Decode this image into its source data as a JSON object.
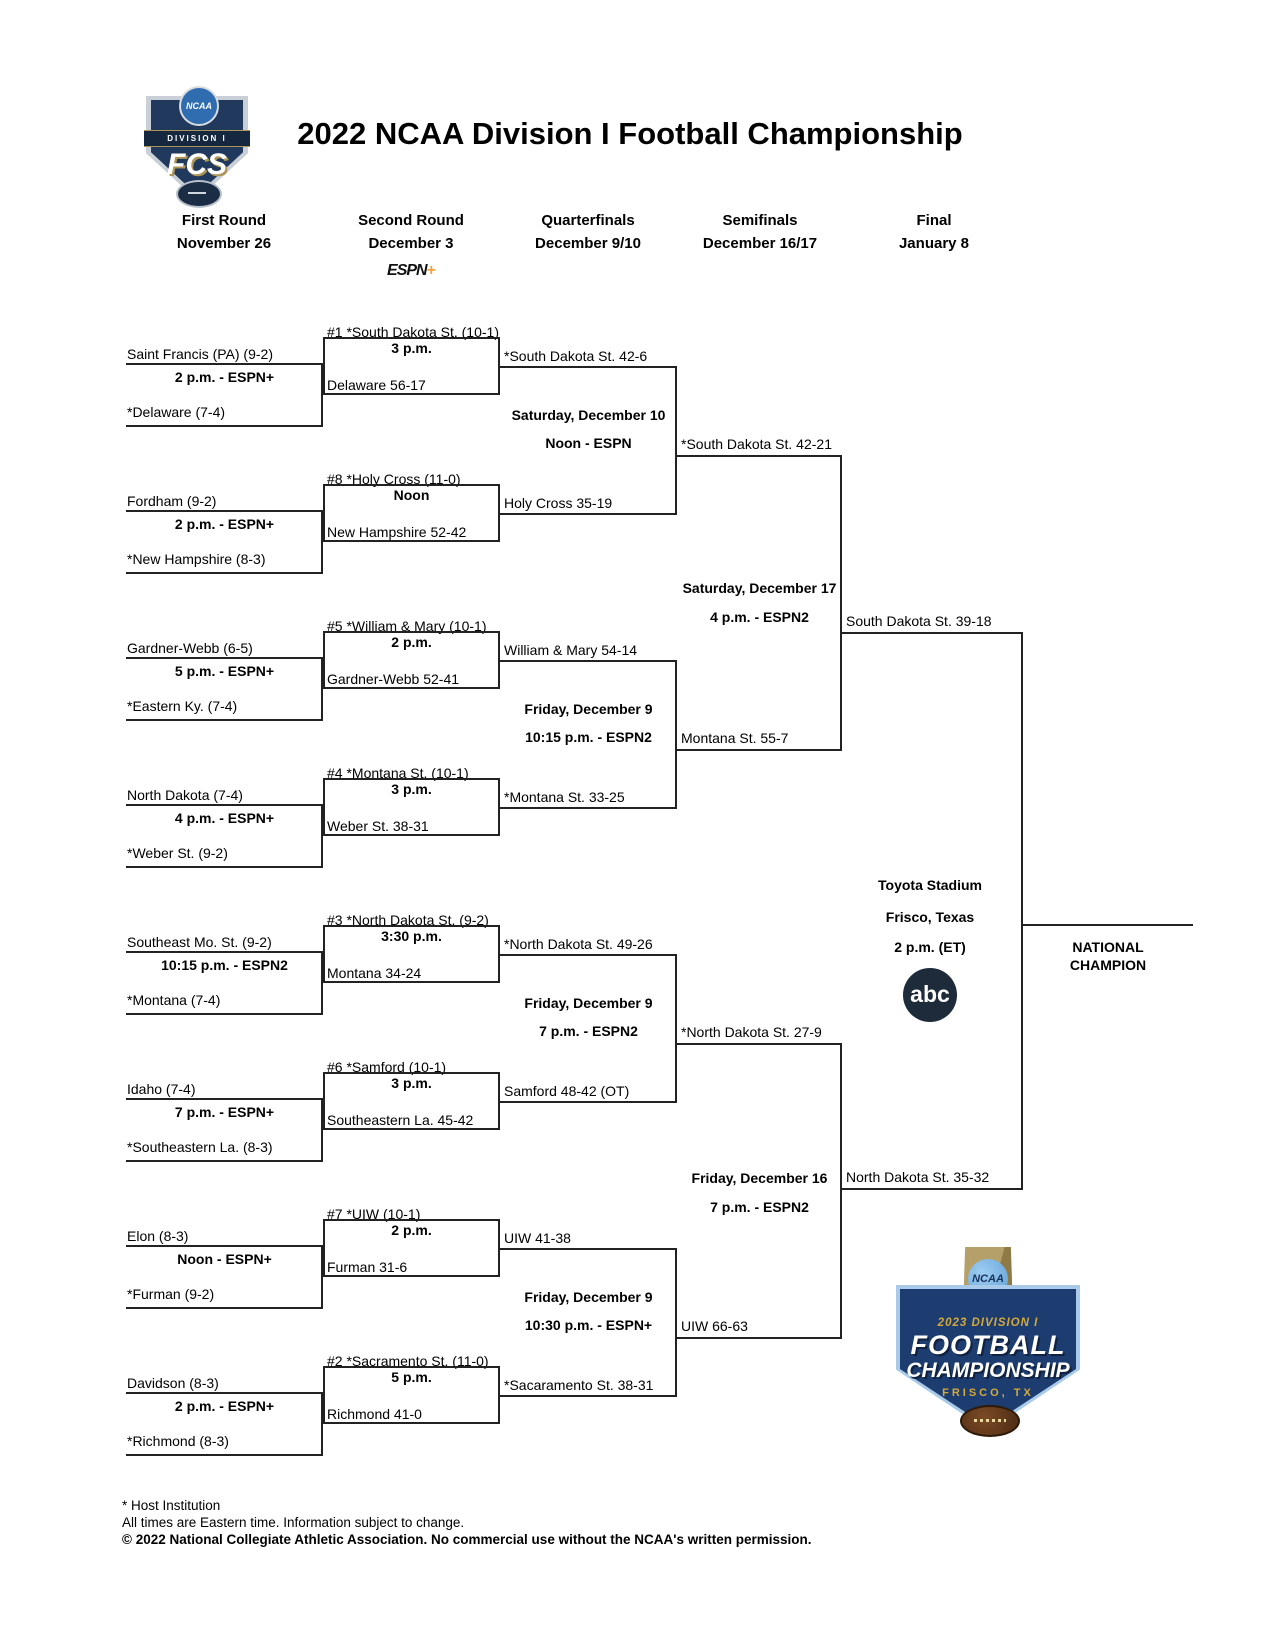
{
  "title": "2022 NCAA Division I Football Championship",
  "fcs_logo": {
    "ncaa": "NCAA",
    "division": "DIVISION I",
    "fcs": "FCS"
  },
  "rounds": [
    {
      "name": "First Round",
      "date": "November 26"
    },
    {
      "name": "Second Round",
      "date": "December 3"
    },
    {
      "name": "Quarterfinals",
      "date": "December 9/10"
    },
    {
      "name": "Semifinals",
      "date": "December 16/17"
    },
    {
      "name": "Final",
      "date": "January 8"
    }
  ],
  "espn_plus": {
    "espn": "ESPN",
    "plus": "+"
  },
  "first_round": [
    {
      "team1": "Saint Francis (PA) (9-2)",
      "time": "2 p.m. - ESPN+",
      "team2": "*Delaware (7-4)"
    },
    {
      "team1": "Fordham (9-2)",
      "time": "2 p.m. - ESPN+",
      "team2": "*New Hampshire (8-3)"
    },
    {
      "team1": "Gardner-Webb (6-5)",
      "time": "5 p.m. - ESPN+",
      "team2": "*Eastern Ky. (7-4)"
    },
    {
      "team1": "North Dakota (7-4)",
      "time": "4 p.m. - ESPN+",
      "team2": "*Weber St. (9-2)"
    },
    {
      "team1": "Southeast Mo. St. (9-2)",
      "time": "10:15 p.m. - ESPN2",
      "team2": "*Montana (7-4)"
    },
    {
      "team1": "Idaho (7-4)",
      "time": "7 p.m. - ESPN+",
      "team2": "*Southeastern La. (8-3)"
    },
    {
      "team1": "Elon (8-3)",
      "time": "Noon - ESPN+",
      "team2": "*Furman (9-2)"
    },
    {
      "team1": "Davidson (8-3)",
      "time": "2 p.m. - ESPN+",
      "team2": "*Richmond (8-3)"
    }
  ],
  "second_round": [
    {
      "seed": "#1 *South Dakota St. (10-1)",
      "time": "3 p.m.",
      "winner": "Delaware 56-17"
    },
    {
      "seed": "#8 *Holy Cross (11-0)",
      "time": "Noon",
      "winner": "New Hampshire 52-42"
    },
    {
      "seed": "#5 *William & Mary (10-1)",
      "time": "2 p.m.",
      "winner": "Gardner-Webb 52-41"
    },
    {
      "seed": "#4 *Montana St. (10-1)",
      "time": "3 p.m.",
      "winner": "Weber St. 38-31"
    },
    {
      "seed": "#3 *North Dakota St. (9-2)",
      "time": "3:30 p.m.",
      "winner": "Montana 34-24"
    },
    {
      "seed": "#6 *Samford (10-1)",
      "time": "3 p.m.",
      "winner": "Southeastern La. 45-42"
    },
    {
      "seed": "#7 *UIW (10-1)",
      "time": "2 p.m.",
      "winner": "Furman 31-6"
    },
    {
      "seed": "#2 *Sacramento St. (11-0)",
      "time": "5 p.m.",
      "winner": "Richmond 41-0"
    }
  ],
  "quarterfinals": [
    {
      "team1": "*South Dakota St. 42-6",
      "team2": "Holy Cross 35-19",
      "date": "Saturday, December 10",
      "time": "Noon - ESPN",
      "winner": "*South Dakota St. 42-21"
    },
    {
      "team1": "William & Mary 54-14",
      "team2": "*Montana St. 33-25",
      "date": "Friday, December 9",
      "time": "10:15 p.m. - ESPN2",
      "winner": "Montana St. 55-7"
    },
    {
      "team1": "*North Dakota St. 49-26",
      "team2": "Samford 48-42 (OT)",
      "date": "Friday, December 9",
      "time": "7 p.m. - ESPN2",
      "winner": "*North Dakota St. 27-9"
    },
    {
      "team1": "UIW 41-38",
      "team2": "*Sacaramento St. 38-31",
      "date": "Friday, December 9",
      "time": "10:30 p.m. - ESPN+",
      "winner": "UIW 66-63"
    }
  ],
  "semifinals": [
    {
      "date": "Saturday, December 17",
      "time": "4 p.m. - ESPN2",
      "winner": "South Dakota St. 39-18"
    },
    {
      "date": "Friday, December 16",
      "time": "7 p.m. - ESPN2",
      "winner": "North Dakota St. 35-32"
    }
  ],
  "final": {
    "venue": "Toyota Stadium",
    "location": "Frisco, Texas",
    "time": "2 p.m. (ET)",
    "network": "abc",
    "champion_line1": "NATIONAL",
    "champion_line2": "CHAMPION"
  },
  "championship_logo": {
    "ncaa": "NCAA",
    "year_division": "2023 DIVISION I",
    "football": "FOOTBALL",
    "championship": "CHAMPIONSHIP",
    "location": "FRISCO, TX"
  },
  "footer": {
    "host": "* Host Institution",
    "times": "All times are Eastern time. Information subject to change.",
    "copyright": "© 2022 National Collegiate Athletic Association.  No commercial use without the NCAA's written permission."
  }
}
